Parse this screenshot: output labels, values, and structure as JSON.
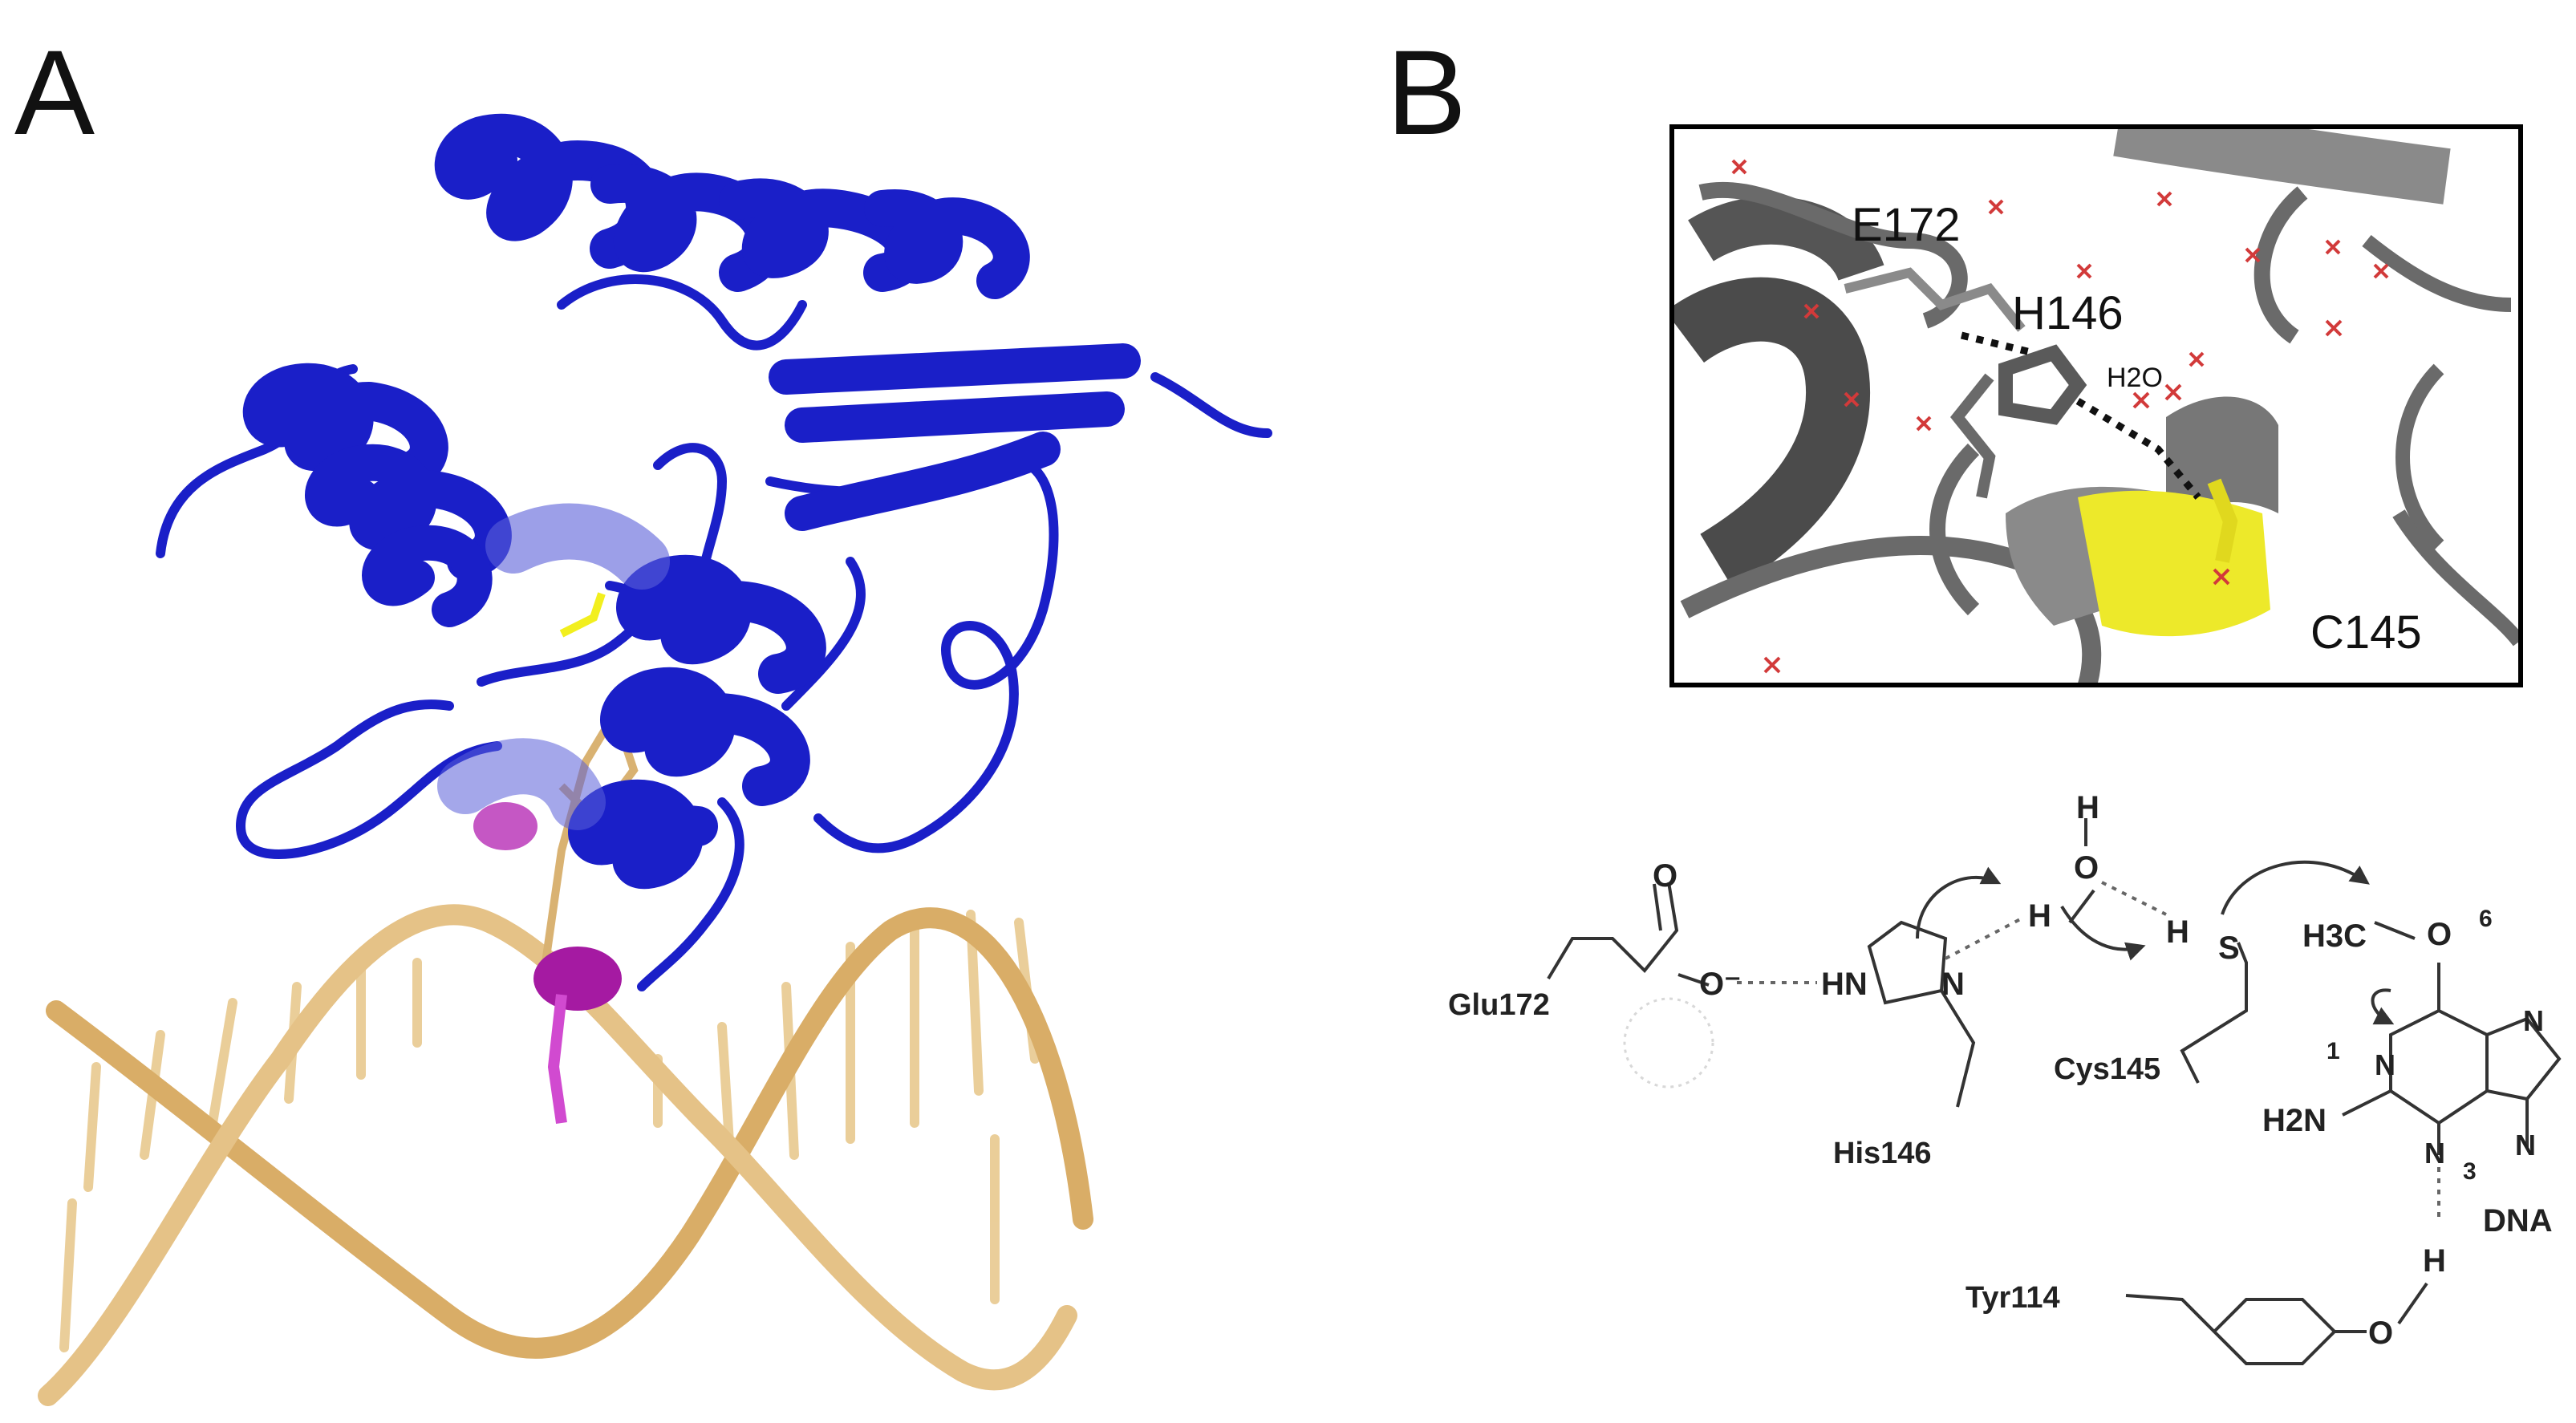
{
  "panels": {
    "a_label": "A",
    "b_label": "B"
  },
  "inset": {
    "labels": {
      "e172": "E172",
      "h146": "H146",
      "water": "H2O",
      "c145": "C145"
    }
  },
  "mechanism": {
    "residues": {
      "glu": "Glu172",
      "his": "His146",
      "cys": "Cys145",
      "tyr": "Tyr114",
      "dna": "DNA"
    },
    "atoms": {
      "o": "O",
      "o_minus": "O⁻",
      "hn": "HN",
      "n": "N",
      "h": "H",
      "s": "S",
      "h3c": "H3C",
      "h2n": "H2N"
    },
    "numbers": {
      "n1": "1",
      "n3": "3",
      "n6": "6"
    }
  },
  "colors": {
    "protein": "#1a1fc8",
    "dna": "#e7c48a",
    "ligand": "#c43bbd",
    "cysteine": "#f2ef1e",
    "inset_gray": "#6f6f6f",
    "water_mark": "#d23a3a"
  }
}
